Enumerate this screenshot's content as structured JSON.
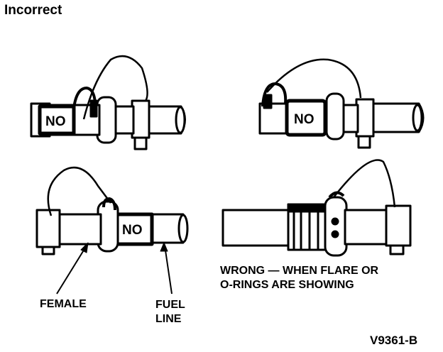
{
  "title": "Incorrect",
  "figures": [
    {
      "badge": "NO"
    },
    {
      "badge": "NO"
    },
    {
      "badge": "NO"
    }
  ],
  "labels": {
    "female": "FEMALE",
    "fuel_line_1": "FUEL",
    "fuel_line_2": "LINE"
  },
  "caption": {
    "line1": "WRONG — WHEN FLARE OR",
    "line2": "O-RINGS ARE SHOWING"
  },
  "figure_code": "V9361-B"
}
